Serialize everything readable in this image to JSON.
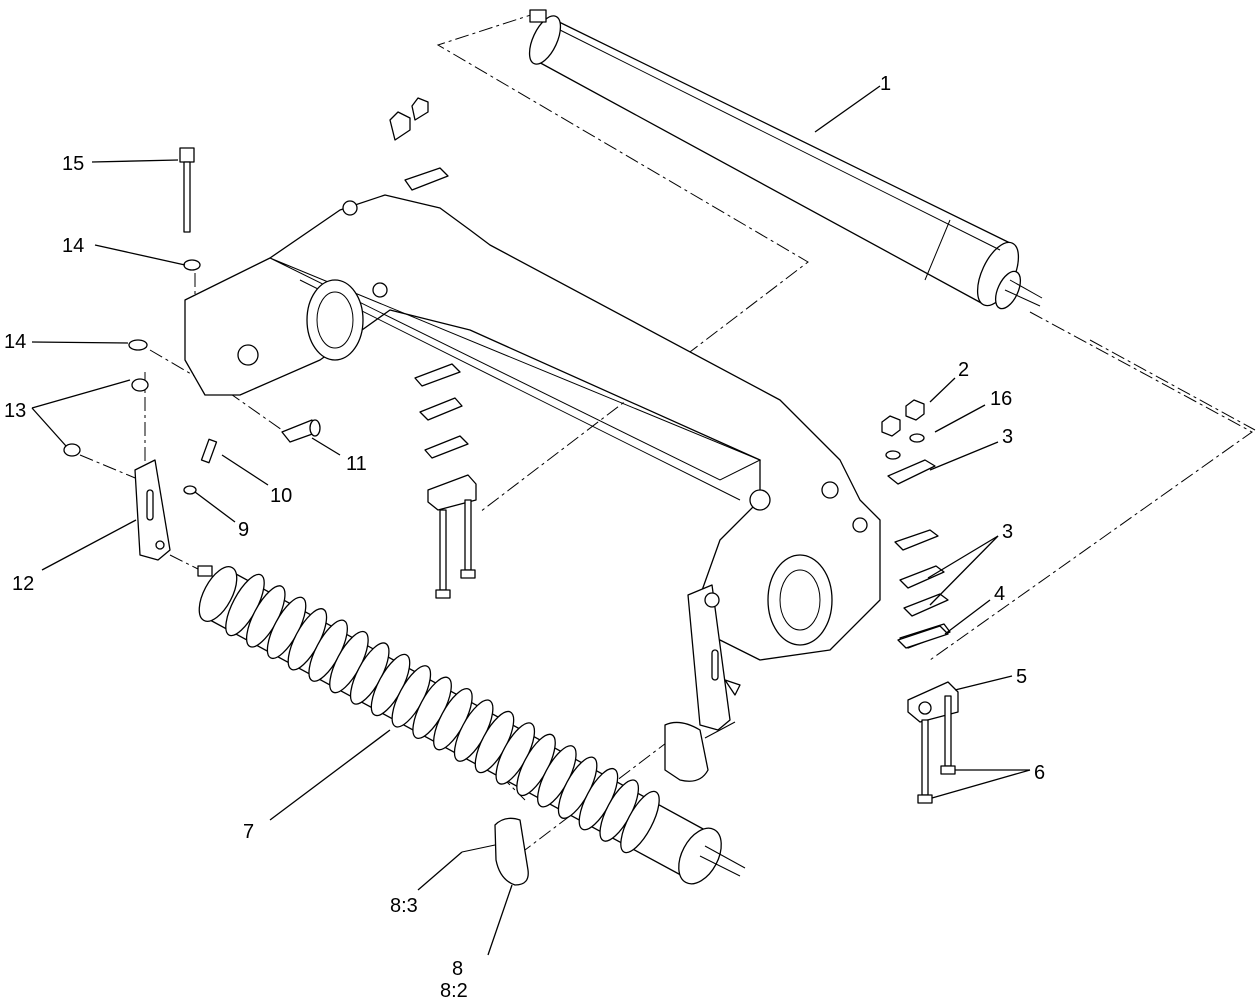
{
  "callouts": {
    "c1": "1",
    "c2": "2",
    "c3a": "3",
    "c3b": "3",
    "c4": "4",
    "c5": "5",
    "c6": "6",
    "c7": "7",
    "c8": "8",
    "c8_2": "8:2",
    "c8_3": "8:3",
    "c9": "9",
    "c10": "10",
    "c11": "11",
    "c12": "12",
    "c13": "13",
    "c14a": "14",
    "c14b": "14",
    "c15": "15",
    "c16": "16"
  },
  "colors": {
    "line": "#000000",
    "background": "#ffffff",
    "shade": "#e8e8e8"
  }
}
